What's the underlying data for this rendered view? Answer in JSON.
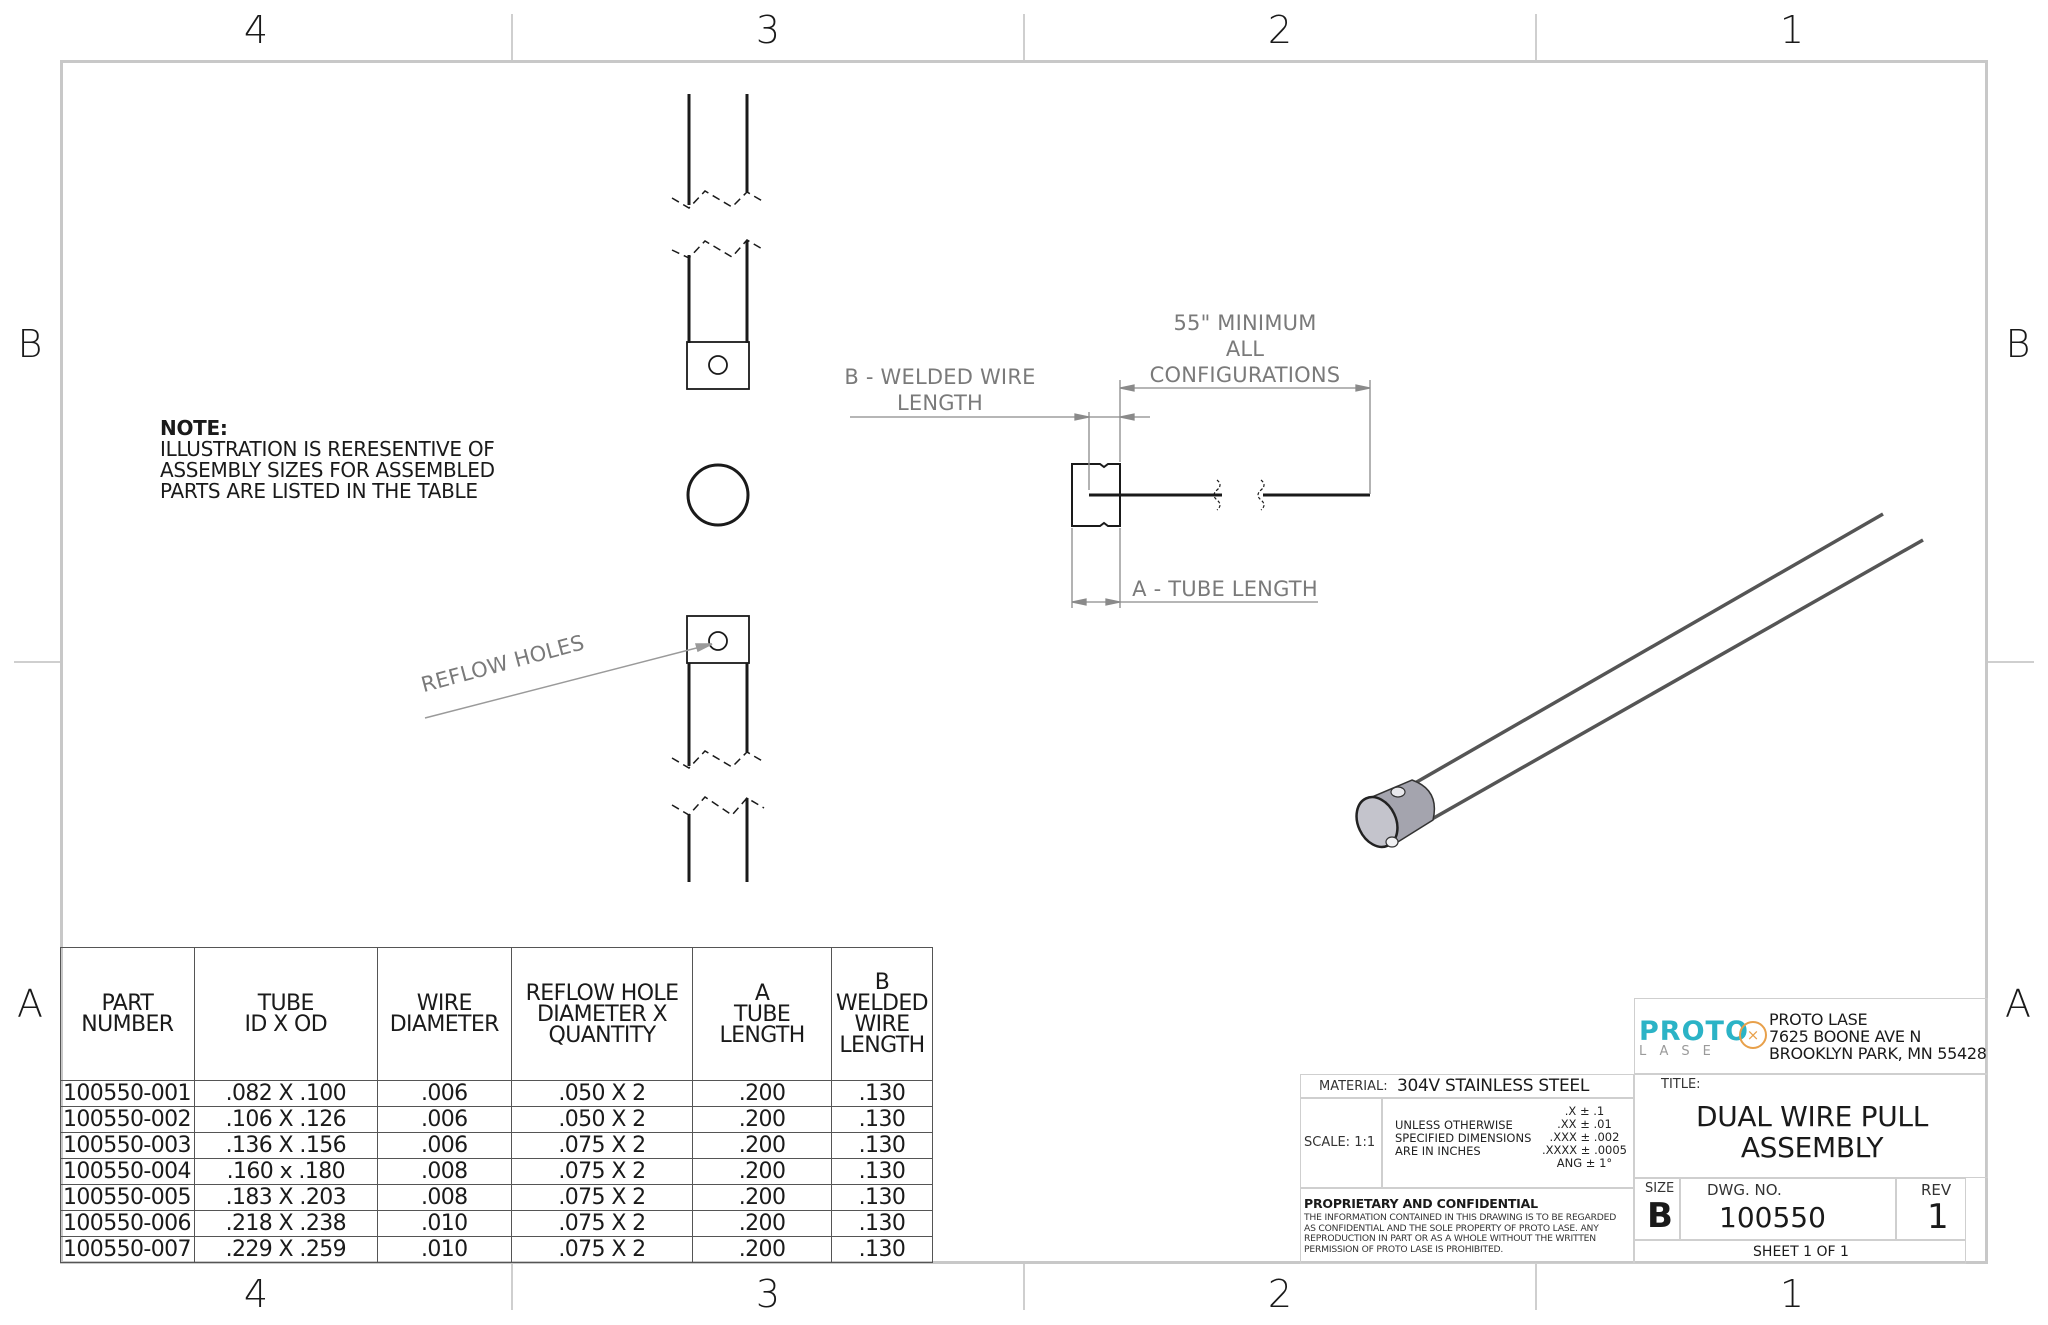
{
  "drawing": {
    "zones": {
      "columns": [
        "4",
        "3",
        "2",
        "1"
      ],
      "rows": [
        "B",
        "A"
      ]
    },
    "note": {
      "heading": "NOTE:",
      "lines": [
        "ILLUSTRATION IS RERESENTIVE OF",
        "ASSEMBLY SIZES FOR ASSEMBLED",
        "PARTS ARE LISTED IN THE TABLE"
      ]
    },
    "callouts": {
      "reflow_holes": "REFLOW HOLES",
      "welded_wire_length": [
        "B - WELDED WIRE",
        "LENGTH"
      ],
      "minimum_length": [
        "55\" MINIMUM",
        "ALL",
        "CONFIGURATIONS"
      ],
      "tube_length": "A - TUBE LENGTH"
    },
    "colors": {
      "line": "#1a1a1a",
      "dimension": "#8a8a8a",
      "frame": "#c8c8c8",
      "logo_teal": "#2bb3c6",
      "logo_orange": "#e8a04a",
      "tube_fill": "#9a9aa6"
    }
  },
  "parts_table": {
    "headers": [
      [
        "PART",
        "NUMBER"
      ],
      [
        "TUBE",
        "ID X OD"
      ],
      [
        "WIRE",
        "DIAMETER"
      ],
      [
        "REFLOW HOLE",
        "DIAMETER X",
        "QUANTITY"
      ],
      [
        "A",
        "TUBE",
        "LENGTH"
      ],
      [
        "B",
        "WELDED",
        "WIRE",
        "LENGTH"
      ]
    ],
    "rows": [
      [
        "100550-001",
        ".082 X .100",
        ".006",
        ".050 X 2",
        ".200",
        ".130"
      ],
      [
        "100550-002",
        ".106 X .126",
        ".006",
        ".050 X 2",
        ".200",
        ".130"
      ],
      [
        "100550-003",
        ".136 X .156",
        ".006",
        ".075 X 2",
        ".200",
        ".130"
      ],
      [
        "100550-004",
        ".160 x .180",
        ".008",
        ".075 X 2",
        ".200",
        ".130"
      ],
      [
        "100550-005",
        ".183 X .203",
        ".008",
        ".075 X 2",
        ".200",
        ".130"
      ],
      [
        "100550-006",
        ".218 X .238",
        ".010",
        ".075 X 2",
        ".200",
        ".130"
      ],
      [
        "100550-007",
        ".229 X .259",
        ".010",
        ".075 X 2",
        ".200",
        ".130"
      ]
    ]
  },
  "title_block": {
    "company": {
      "logo_top": "PROTO",
      "logo_bottom": "LASE",
      "name": "PROTO LASE",
      "address1": "7625 BOONE AVE N",
      "address2": "BROOKLYN PARK, MN 55428"
    },
    "material_label": "MATERIAL:",
    "material": "304V STAINLESS STEEL",
    "scale": "SCALE: 1:1",
    "tolerance_note": [
      "UNLESS OTHERWISE",
      "SPECIFIED DIMENSIONS",
      "ARE IN INCHES"
    ],
    "tolerances": [
      ".X ± .1",
      ".XX ± .01",
      ".XXX ± .002",
      ".XXXX ± .0005",
      "ANG ± 1°"
    ],
    "proprietary_heading": "PROPRIETARY AND CONFIDENTIAL",
    "proprietary_text": [
      "THE INFORMATION CONTAINED IN THIS DRAWING IS TO BE REGARDED",
      "AS CONFIDENTIAL AND THE SOLE PROPERTY OF PROTO LASE.  ANY",
      "REPRODUCTION IN PART OR AS A WHOLE WITHOUT THE WRITTEN",
      "PERMISSION OF PROTO LASE IS PROHIBITED."
    ],
    "title_label": "TITLE:",
    "title": [
      "DUAL WIRE PULL",
      "ASSEMBLY"
    ],
    "size_label": "SIZE",
    "size": "B",
    "dwg_label": "DWG.  NO.",
    "dwg_no": "100550",
    "rev_label": "REV",
    "rev": "1",
    "sheet": "SHEET 1 OF 1"
  }
}
